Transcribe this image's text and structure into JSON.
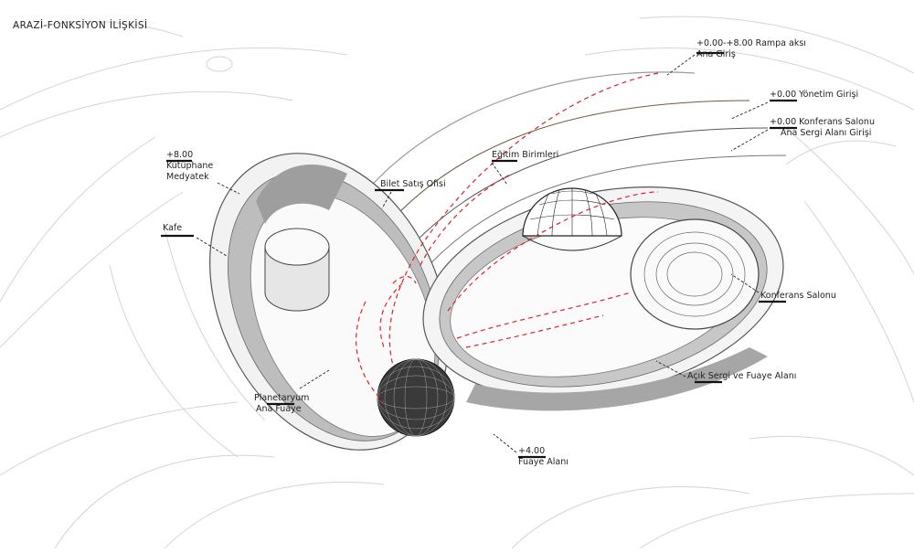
{
  "title": "ARAZİ-FONKSİYON İLİŞKİSİ",
  "labels": {
    "rampa_line1": "+0.00-+8.00 Rampa aksı",
    "rampa_line2": "Ana Giriş",
    "yonetim": "+0.00 Yönetim Girişi",
    "konferans_giris_line1": "+0.00 Konferans Salonu",
    "konferans_giris_line2": "Ana Sergi Alanı Girişi",
    "egitim": "Eğitim Birimleri",
    "bilet": "Bilet Satış Ofisi",
    "kutuphane_line1": "+8.00",
    "kutuphane_line2": "Kütüphane",
    "kutuphane_line3": "Medyatek",
    "kafe": "Kafe",
    "konferans_salonu": "Konferans Salonu",
    "acik_sergi": "Açık Sergi ve Fuaye Alanı",
    "planetaryum_line1": "Planetaryum",
    "planetaryum_line2": "Ana Fuaye",
    "fuaye_line1": "+4.00",
    "fuaye_line2": "Fuaye Alanı"
  },
  "colors": {
    "path": "#e0202a",
    "line": "#555555",
    "shade": "#9a9a9a",
    "light": "#d9d9d9"
  }
}
